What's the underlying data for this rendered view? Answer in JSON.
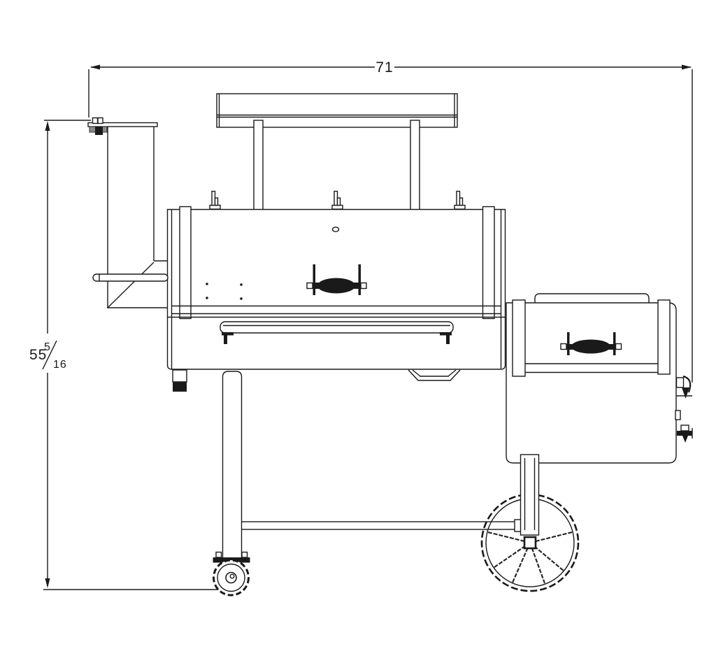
{
  "drawing": {
    "type": "technical-side-elevation",
    "subject": "offset pellet smoker with chimney, cook chamber, firebox, wagon wheel and caster"
  },
  "dimensions": {
    "width_label": "71",
    "height_whole": "55",
    "height_frac_numerator": "5",
    "height_frac_denominator": "16"
  },
  "colors": {
    "line": "#1a1a1a",
    "background": "#ffffff",
    "gray": "#8a8a8a"
  }
}
